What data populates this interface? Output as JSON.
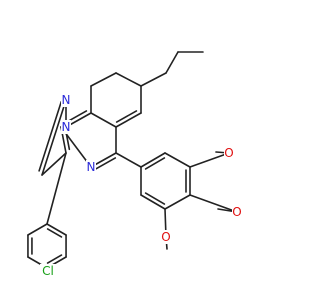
{
  "molecule": {
    "atoms": [
      {
        "id": "N1",
        "label": "N",
        "color": "#2b2bd9"
      },
      {
        "id": "N2",
        "label": "N",
        "color": "#2b2bd9"
      },
      {
        "id": "N3",
        "label": "N",
        "color": "#2b2bd9"
      },
      {
        "id": "O1",
        "label": "O",
        "color": "#e01010"
      },
      {
        "id": "O2",
        "label": "O",
        "color": "#e01010"
      },
      {
        "id": "O3",
        "label": "O",
        "color": "#e01010"
      },
      {
        "id": "Cl1",
        "label": "Cl",
        "color": "#18a018"
      }
    ]
  }
}
